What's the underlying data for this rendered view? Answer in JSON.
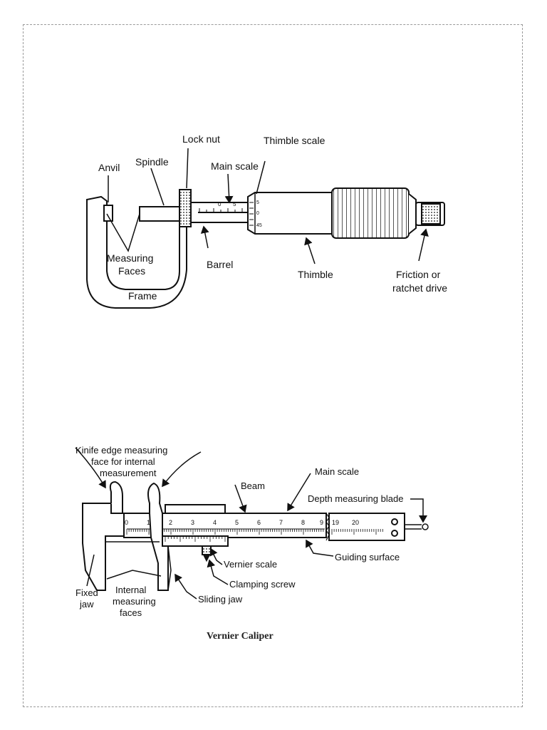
{
  "micrometer": {
    "labels": {
      "anvil": "Anvil",
      "spindle": "Spindle",
      "lock_nut": "Lock nut",
      "thimble_scale": "Thimble scale",
      "main_scale": "Main scale",
      "measuring_faces_1": "Measuring",
      "measuring_faces_2": "Faces",
      "frame": "Frame",
      "barrel": "Barrel",
      "thimble": "Thimble",
      "friction_1": "Friction or",
      "friction_2": "ratchet drive"
    },
    "barrel_ticks": [
      "0",
      "5"
    ],
    "thimble_ticks": [
      "5",
      "0",
      "45"
    ]
  },
  "vernier": {
    "labels": {
      "knife_1": "Kinife edge measuring",
      "knife_2": "face for internal",
      "knife_3": "measurement",
      "main_scale": "Main scale",
      "beam": "Beam",
      "depth_blade": "Depth measuring blade",
      "guiding_surface": "Guiding surface",
      "vernier_scale": "Vernier scale",
      "clamping_screw": "Clamping screw",
      "sliding_jaw": "Sliding jaw",
      "fixed_jaw_1": "Fixed",
      "fixed_jaw_2": "jaw",
      "internal_1": "Internal",
      "internal_2": "measuring",
      "internal_3": "faces"
    },
    "scale_numbers": [
      "0",
      "1",
      "2",
      "3",
      "4",
      "5",
      "6",
      "7",
      "8",
      "9"
    ],
    "scale_numbers_right": [
      "19",
      "20"
    ],
    "caption": "Vernier Caliper"
  }
}
